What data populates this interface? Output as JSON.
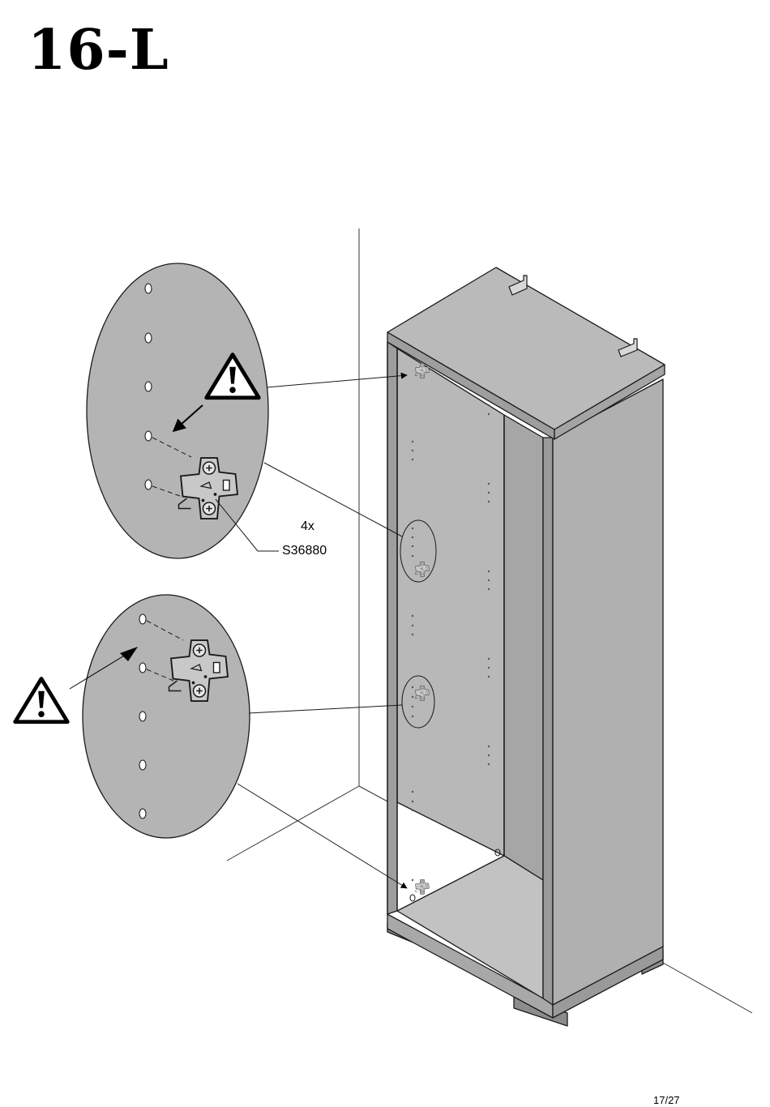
{
  "header": {
    "step": "16-L"
  },
  "callout": {
    "quantity": "4x",
    "part_code": "S36880"
  },
  "footer": {
    "page": "17/27"
  },
  "icons": {
    "warning": "warning-triangle-icon",
    "hinge_plate": "hinge-mounting-plate-icon"
  },
  "colors": {
    "panel_gray": "#b4b4b4",
    "line": "#1a1a1a",
    "background": "#ffffff"
  }
}
